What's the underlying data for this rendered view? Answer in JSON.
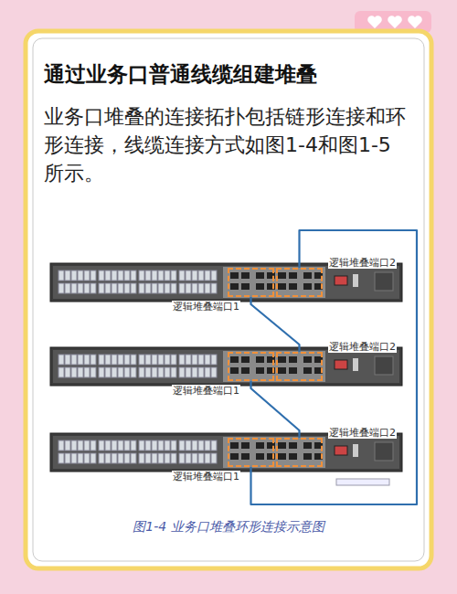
{
  "diagram": {
    "title": "通过业务口普通线缆组建堆叠",
    "caption": "图1-4 业务口堆叠环形连接示意图",
    "nodes": [
      {
        "text": [
          "逻辑堆叠端口1"
        ]
      },
      {
        "text": [
          "逻辑堆叠端口2"
        ]
      },
      {
        "text": [
          "逻辑堆叠端口1"
        ]
      },
      {
        "text": [
          "逻辑堆叠端口2"
        ]
      },
      {
        "text": [
          "逻辑堆叠端口1"
        ]
      },
      {
        "text": [
          "逻辑堆叠端口2"
        ]
      }
    ],
    "edges": [
      {
        "from": 0,
        "to": 3,
        "arrow": "none"
      },
      {
        "from": 2,
        "to": 5,
        "arrow": "none"
      },
      {
        "from": 4,
        "to": 1,
        "arrow": "none"
      }
    ],
    "labels": [
      "业务口堆叠的连接拓扑包括链形连接和环形连接，线缆连接方式如图1-4和图1-5所示。"
    ]
  }
}
